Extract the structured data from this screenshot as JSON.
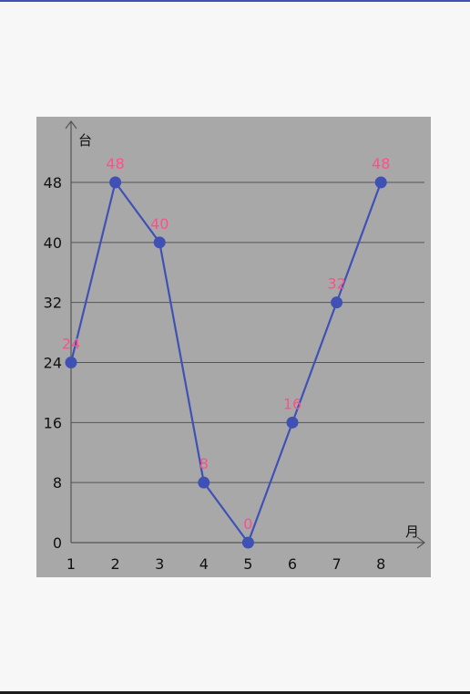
{
  "chart_data": {
    "type": "line",
    "title": "",
    "xlabel": "月",
    "ylabel": "台",
    "x": [
      "1",
      "2",
      "3",
      "4",
      "5",
      "6",
      "7",
      "8"
    ],
    "y_ticks": [
      "0",
      "8",
      "16",
      "24",
      "32",
      "40",
      "48"
    ],
    "ylim": [
      0,
      48
    ],
    "series": [
      {
        "values": [
          24,
          48,
          40,
          8,
          0,
          16,
          32,
          48
        ]
      }
    ],
    "grid": true,
    "show_data_labels": true,
    "colors": {
      "line": "#3f51b5",
      "marker": "#3f51b5",
      "data_label": "#ff4f8b",
      "panel_background": "#a9a8a9",
      "grid": "#555555",
      "axis": "#555555"
    }
  }
}
